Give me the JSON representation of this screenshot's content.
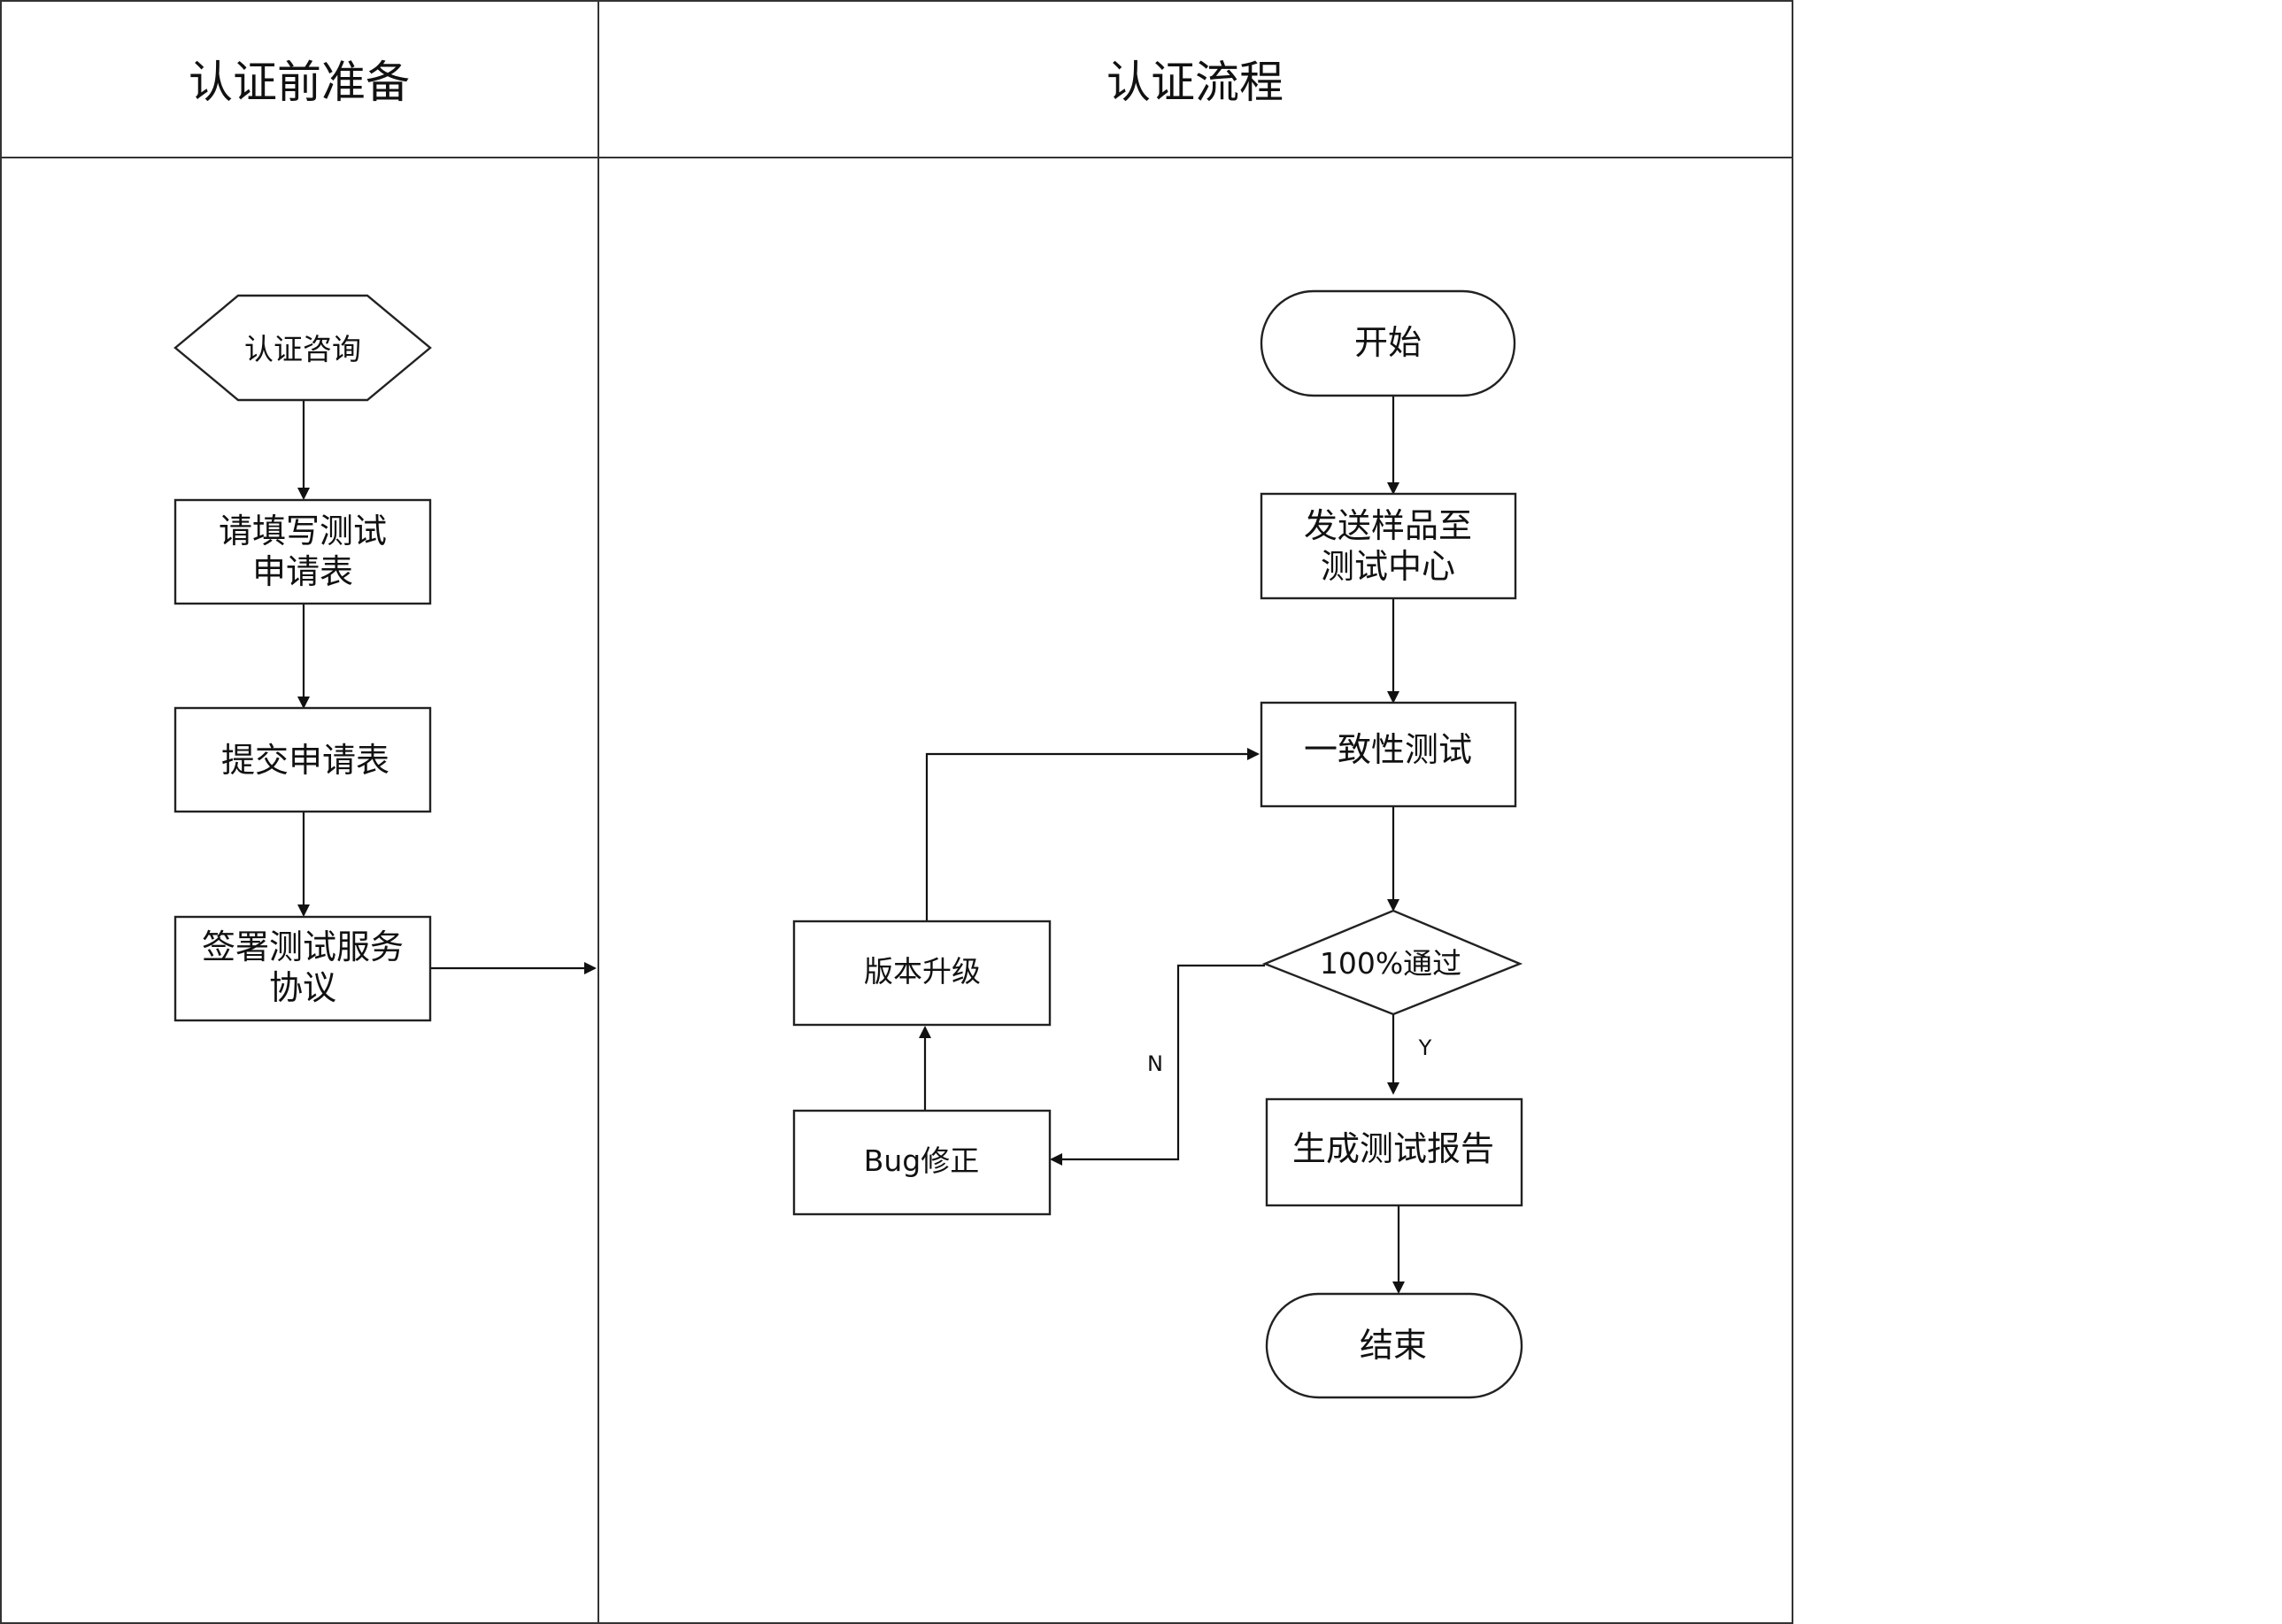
{
  "lanes": [
    {
      "title": "认证前准备"
    },
    {
      "title": "认证流程"
    }
  ],
  "nodes": {
    "consult": [
      "认证咨询"
    ],
    "fill_form": [
      "请填写测试",
      "申请表"
    ],
    "submit_form": [
      "提交申请表"
    ],
    "sign_agreement": [
      "签署测试服务",
      "协议"
    ],
    "start": [
      "开始"
    ],
    "send_sample": [
      "发送样品至",
      "测试中心"
    ],
    "conformance_test": [
      "一致性测试"
    ],
    "pass_check": [
      "100%通过"
    ],
    "report": [
      "生成测试报告"
    ],
    "end": [
      "结束"
    ],
    "bug_fix": [
      "Bug修正"
    ],
    "version_upgrade": [
      "版本升级"
    ]
  },
  "edge_labels": {
    "no": "N",
    "yes": "Y"
  },
  "colors": {
    "stroke": "#222222",
    "background": "#ffffff",
    "text": "#111111"
  }
}
